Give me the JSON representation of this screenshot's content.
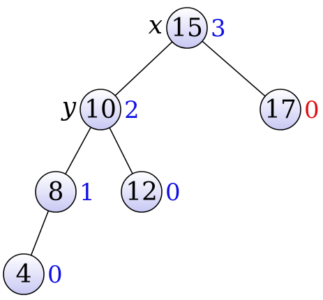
{
  "tree": {
    "nodes": [
      {
        "id": "n15",
        "key": "15",
        "rank": "3",
        "rank_color": "#1010e6",
        "var": "x"
      },
      {
        "id": "n10",
        "key": "10",
        "rank": "2",
        "rank_color": "#1010e6",
        "var": "y"
      },
      {
        "id": "n17",
        "key": "17",
        "rank": "0",
        "rank_color": "#e01010"
      },
      {
        "id": "n8",
        "key": "8",
        "rank": "1",
        "rank_color": "#1010e6"
      },
      {
        "id": "n12",
        "key": "12",
        "rank": "0",
        "rank_color": "#1010e6"
      },
      {
        "id": "n4",
        "key": "4",
        "rank": "0",
        "rank_color": "#1010e6"
      }
    ],
    "edges": [
      [
        "n15",
        "n10"
      ],
      [
        "n15",
        "n17"
      ],
      [
        "n10",
        "n8"
      ],
      [
        "n10",
        "n12"
      ],
      [
        "n8",
        "n4"
      ]
    ],
    "colors": {
      "node_fill_top": "#ffffff",
      "node_fill_bottom": "#c8c8f4",
      "stroke": "#000000"
    }
  }
}
